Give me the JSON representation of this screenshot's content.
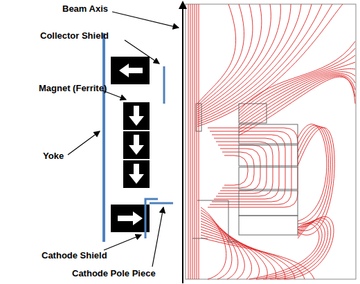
{
  "diagram": {
    "labels": [
      "Beam Axis",
      "Collector Shield",
      "Magnet (Ferrite)",
      "Yoke",
      "Cathode Shield",
      "Cathode Pole Piece"
    ]
  }
}
